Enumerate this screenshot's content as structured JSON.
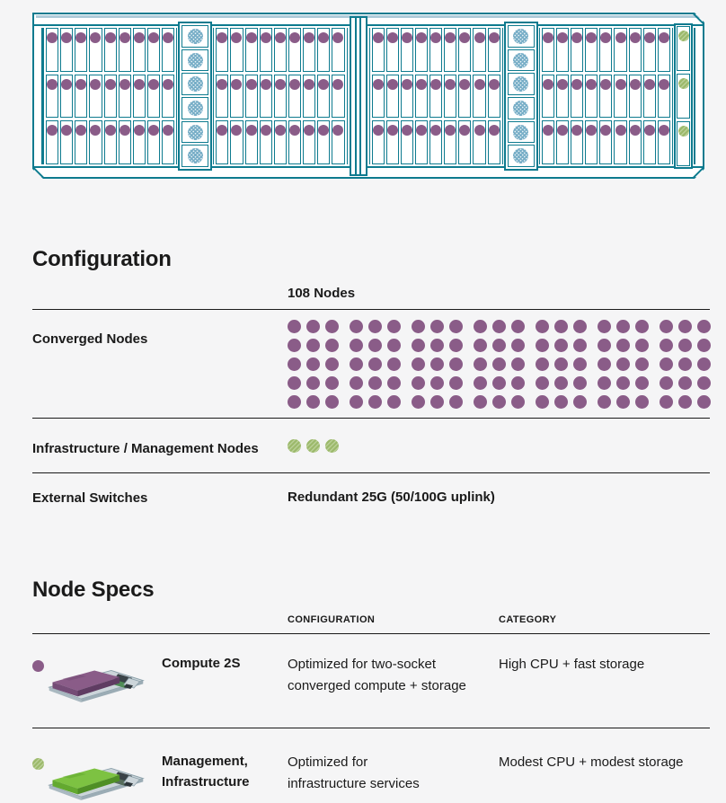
{
  "colors": {
    "teal": "#0e7b8f",
    "purple": "#8a5c88",
    "green": "#9cb96b",
    "switch_blue": "#78aec7",
    "steel": "#aecbd9",
    "text": "#1a1a1a",
    "bg": "#f5f5f6",
    "rule": "#1a1a1a",
    "server_green": "#7dc242"
  },
  "rack": {
    "rows": 3,
    "slots_per_group": 9,
    "groups": 4,
    "switch_columns": 2,
    "switch_boxes_per_column": 6,
    "infra_slots": 3
  },
  "configuration": {
    "heading": "Configuration",
    "column_header": "108 Nodes",
    "converged": {
      "label": "Converged Nodes",
      "dot_rows": 5,
      "dot_groups": 7,
      "dots_per_group": 3
    },
    "infrastructure": {
      "label": "Infrastructure / Management Nodes",
      "dot_count": 3
    },
    "external_switches": {
      "label": "External Switches",
      "value": "Redundant 25G (50/100G uplink)"
    }
  },
  "node_specs": {
    "heading": "Node Specs",
    "columns": {
      "configuration": "CONFIGURATION",
      "category": "CATEGORY"
    },
    "rows": [
      {
        "name": "Compute 2S",
        "configuration": "Optimized for two-socket\nconverged compute + storage",
        "category": "High CPU + fast storage"
      },
      {
        "name": "Management,\nInfrastructure",
        "configuration": "Optimized for\ninfrastructure services",
        "category": "Modest CPU + modest storage"
      }
    ]
  }
}
